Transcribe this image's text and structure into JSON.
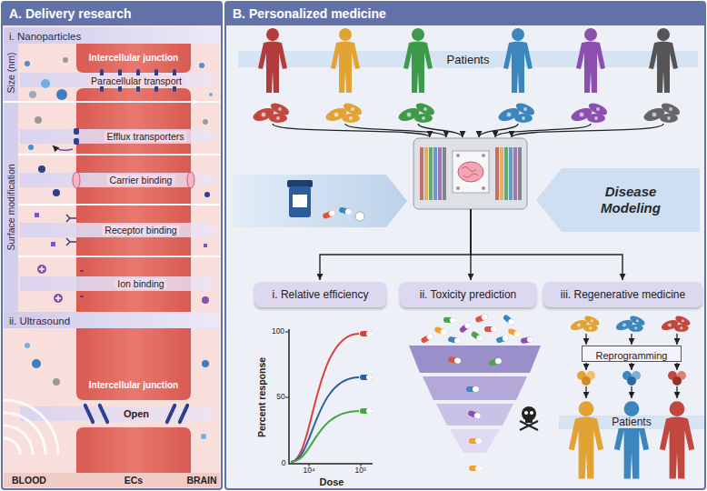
{
  "diagram": {
    "nodes": [
      {
        "text": [
          "A. Delivery research"
        ]
      },
      {
        "text": [
          "i. Nanoparticles"
        ],
        "in": 0
      },
      {
        "text": [
          "ii. Ultrasound"
        ],
        "in": 0
      },
      {
        "text": [
          "B. Personalized medicine"
        ]
      },
      {
        "text": [
          "Patients"
        ],
        "in": 3
      },
      {
        "text": [
          "Disease Modeling"
        ],
        "in": 3
      },
      {
        "text": [
          "i. Relative efficiency"
        ],
        "in": 3
      },
      {
        "text": [
          "ii. Toxicity prediction"
        ],
        "in": 3
      },
      {
        "text": [
          "iii. Regenerative medicine"
        ],
        "in": 3
      },
      {
        "text": [
          "Reprogramming"
        ],
        "in": 3
      }
    ],
    "labels": [
      "Size (nm)",
      "Intercellular junction",
      "Paracellular transport",
      "Efflux transporters",
      "Carrier binding",
      "Receptor binding",
      "Ion binding",
      "Surface modification",
      "Intercellular junction",
      "Open",
      "BLOOD",
      "ECs",
      "BRAIN",
      "Percent response",
      "100",
      "50",
      "0",
      "10⁴",
      "10⁵",
      "Dose",
      "Patients"
    ]
  }
}
